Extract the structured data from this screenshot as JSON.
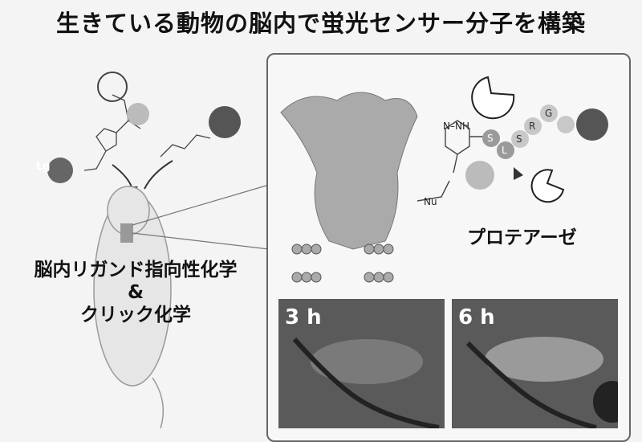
{
  "title": "生きている動物の脳内で蛍光センサー分子を構築",
  "left_labels": {
    "line1": "脳内リガンド指向性化学",
    "line2": "&",
    "line3": "クリック化学"
  },
  "chem_labels": {
    "lg": "Lg",
    "nh": "N–NH",
    "nu": "Nu"
  },
  "peptide_letters": [
    "S",
    "L",
    "S",
    "R",
    "G"
  ],
  "protease_label": "プロテアーゼ",
  "images": [
    {
      "label": "3 h"
    },
    {
      "label": "6 h"
    }
  ],
  "colors": {
    "background": "#f4f4f4",
    "panel_border": "#666666",
    "image_bg": "#5a5a5a"
  }
}
